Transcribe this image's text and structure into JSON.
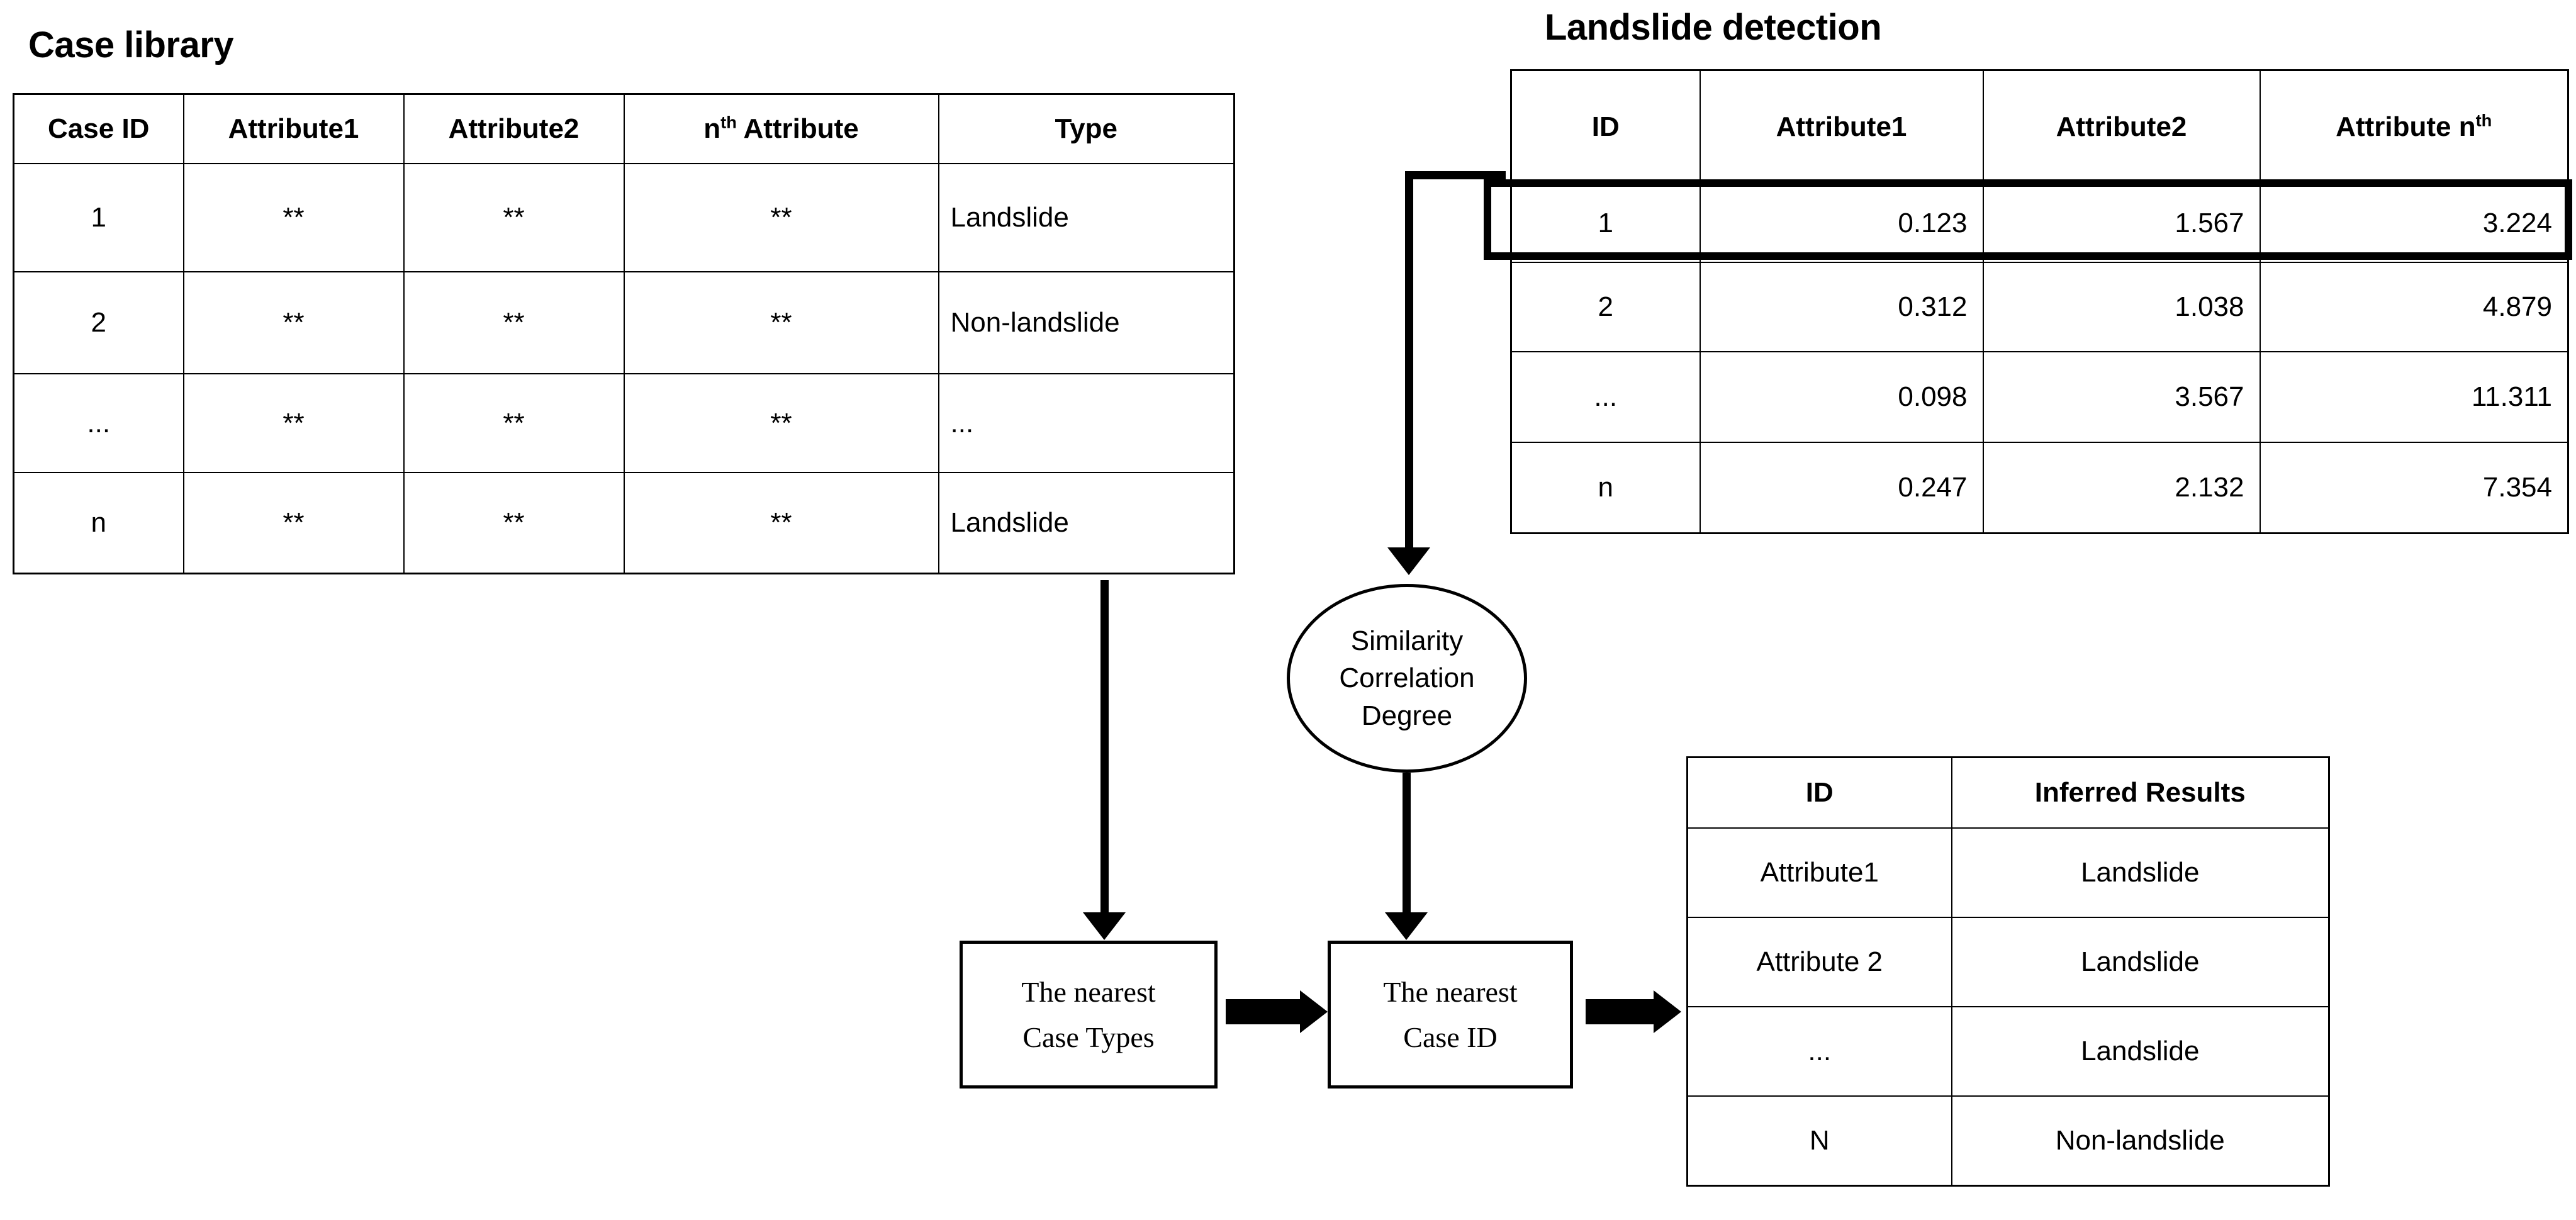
{
  "case_library": {
    "title": "Case library",
    "headers": [
      "Case ID",
      "Attribute1",
      "Attribute2",
      "n<sup>th</sup> Attribute",
      "Type"
    ],
    "rows": [
      {
        "id": "1",
        "a1": "**",
        "a2": "**",
        "an": "**",
        "type": "Landslide"
      },
      {
        "id": "2",
        "a1": "**",
        "a2": "**",
        "an": "**",
        "type": "Non-landslide"
      },
      {
        "id": "...",
        "a1": "**",
        "a2": "**",
        "an": "**",
        "type": "..."
      },
      {
        "id": "n",
        "a1": "**",
        "a2": "**",
        "an": "**",
        "type": "Landslide"
      }
    ]
  },
  "landslide_detection": {
    "title": "Landslide detection",
    "headers": [
      "ID",
      "Attribute1",
      "Attribute2",
      "Attribute n<sup>th</sup>"
    ],
    "rows": [
      {
        "id": "1",
        "a1": "0.123",
        "a2": "1.567",
        "an": "3.224",
        "highlighted": true
      },
      {
        "id": "2",
        "a1": "0.312",
        "a2": "1.038",
        "an": "4.879",
        "highlighted": false
      },
      {
        "id": "...",
        "a1": "0.098",
        "a2": "3.567",
        "an": "11.311",
        "highlighted": false
      },
      {
        "id": "n",
        "a1": "0.247",
        "a2": "2.132",
        "an": "7.354",
        "highlighted": false
      }
    ]
  },
  "process": {
    "similarity_node": {
      "line1": "Similarity",
      "line2": "Correlation",
      "line3": "Degree"
    },
    "nearest_case_types": {
      "line1": "The nearest",
      "line2": "Case Types"
    },
    "nearest_case_id": {
      "line1": "The nearest",
      "line2": "Case ID"
    }
  },
  "inferred_results": {
    "headers": [
      "ID",
      "Inferred Results"
    ],
    "rows": [
      {
        "id": "Attribute1",
        "result": "Landslide"
      },
      {
        "id": "Attribute 2",
        "result": "Landslide"
      },
      {
        "id": "...",
        "result": "Landslide"
      },
      {
        "id": "N",
        "result": "Non-landslide"
      }
    ]
  },
  "colors": {
    "stroke": "#000000",
    "background": "#ffffff"
  }
}
